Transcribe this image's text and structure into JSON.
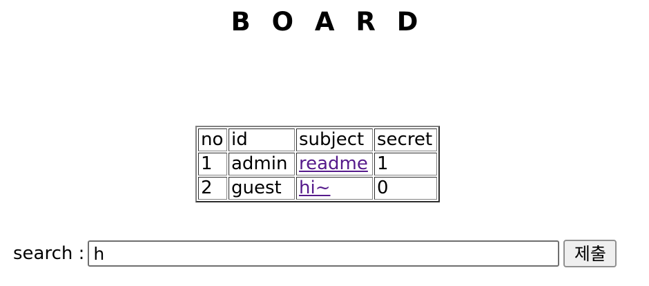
{
  "page": {
    "title": "B O A R D"
  },
  "board": {
    "columns": [
      "no",
      "id",
      "subject",
      "secret"
    ],
    "rows": [
      {
        "no": "1",
        "id": "admin",
        "subject": "readme",
        "secret": "1"
      },
      {
        "no": "2",
        "id": "guest",
        "subject": "hi~",
        "secret": "0"
      }
    ]
  },
  "search": {
    "label": "search :",
    "value": "h",
    "placeholder": "",
    "submit_label": "제출"
  },
  "colors": {
    "background": "#ffffff",
    "text": "#000000",
    "link_visited": "#551a8b",
    "table_border": "#808080",
    "input_border": "#6e6e6e",
    "button_face": "#efefef",
    "button_border": "#8f8f8f"
  }
}
